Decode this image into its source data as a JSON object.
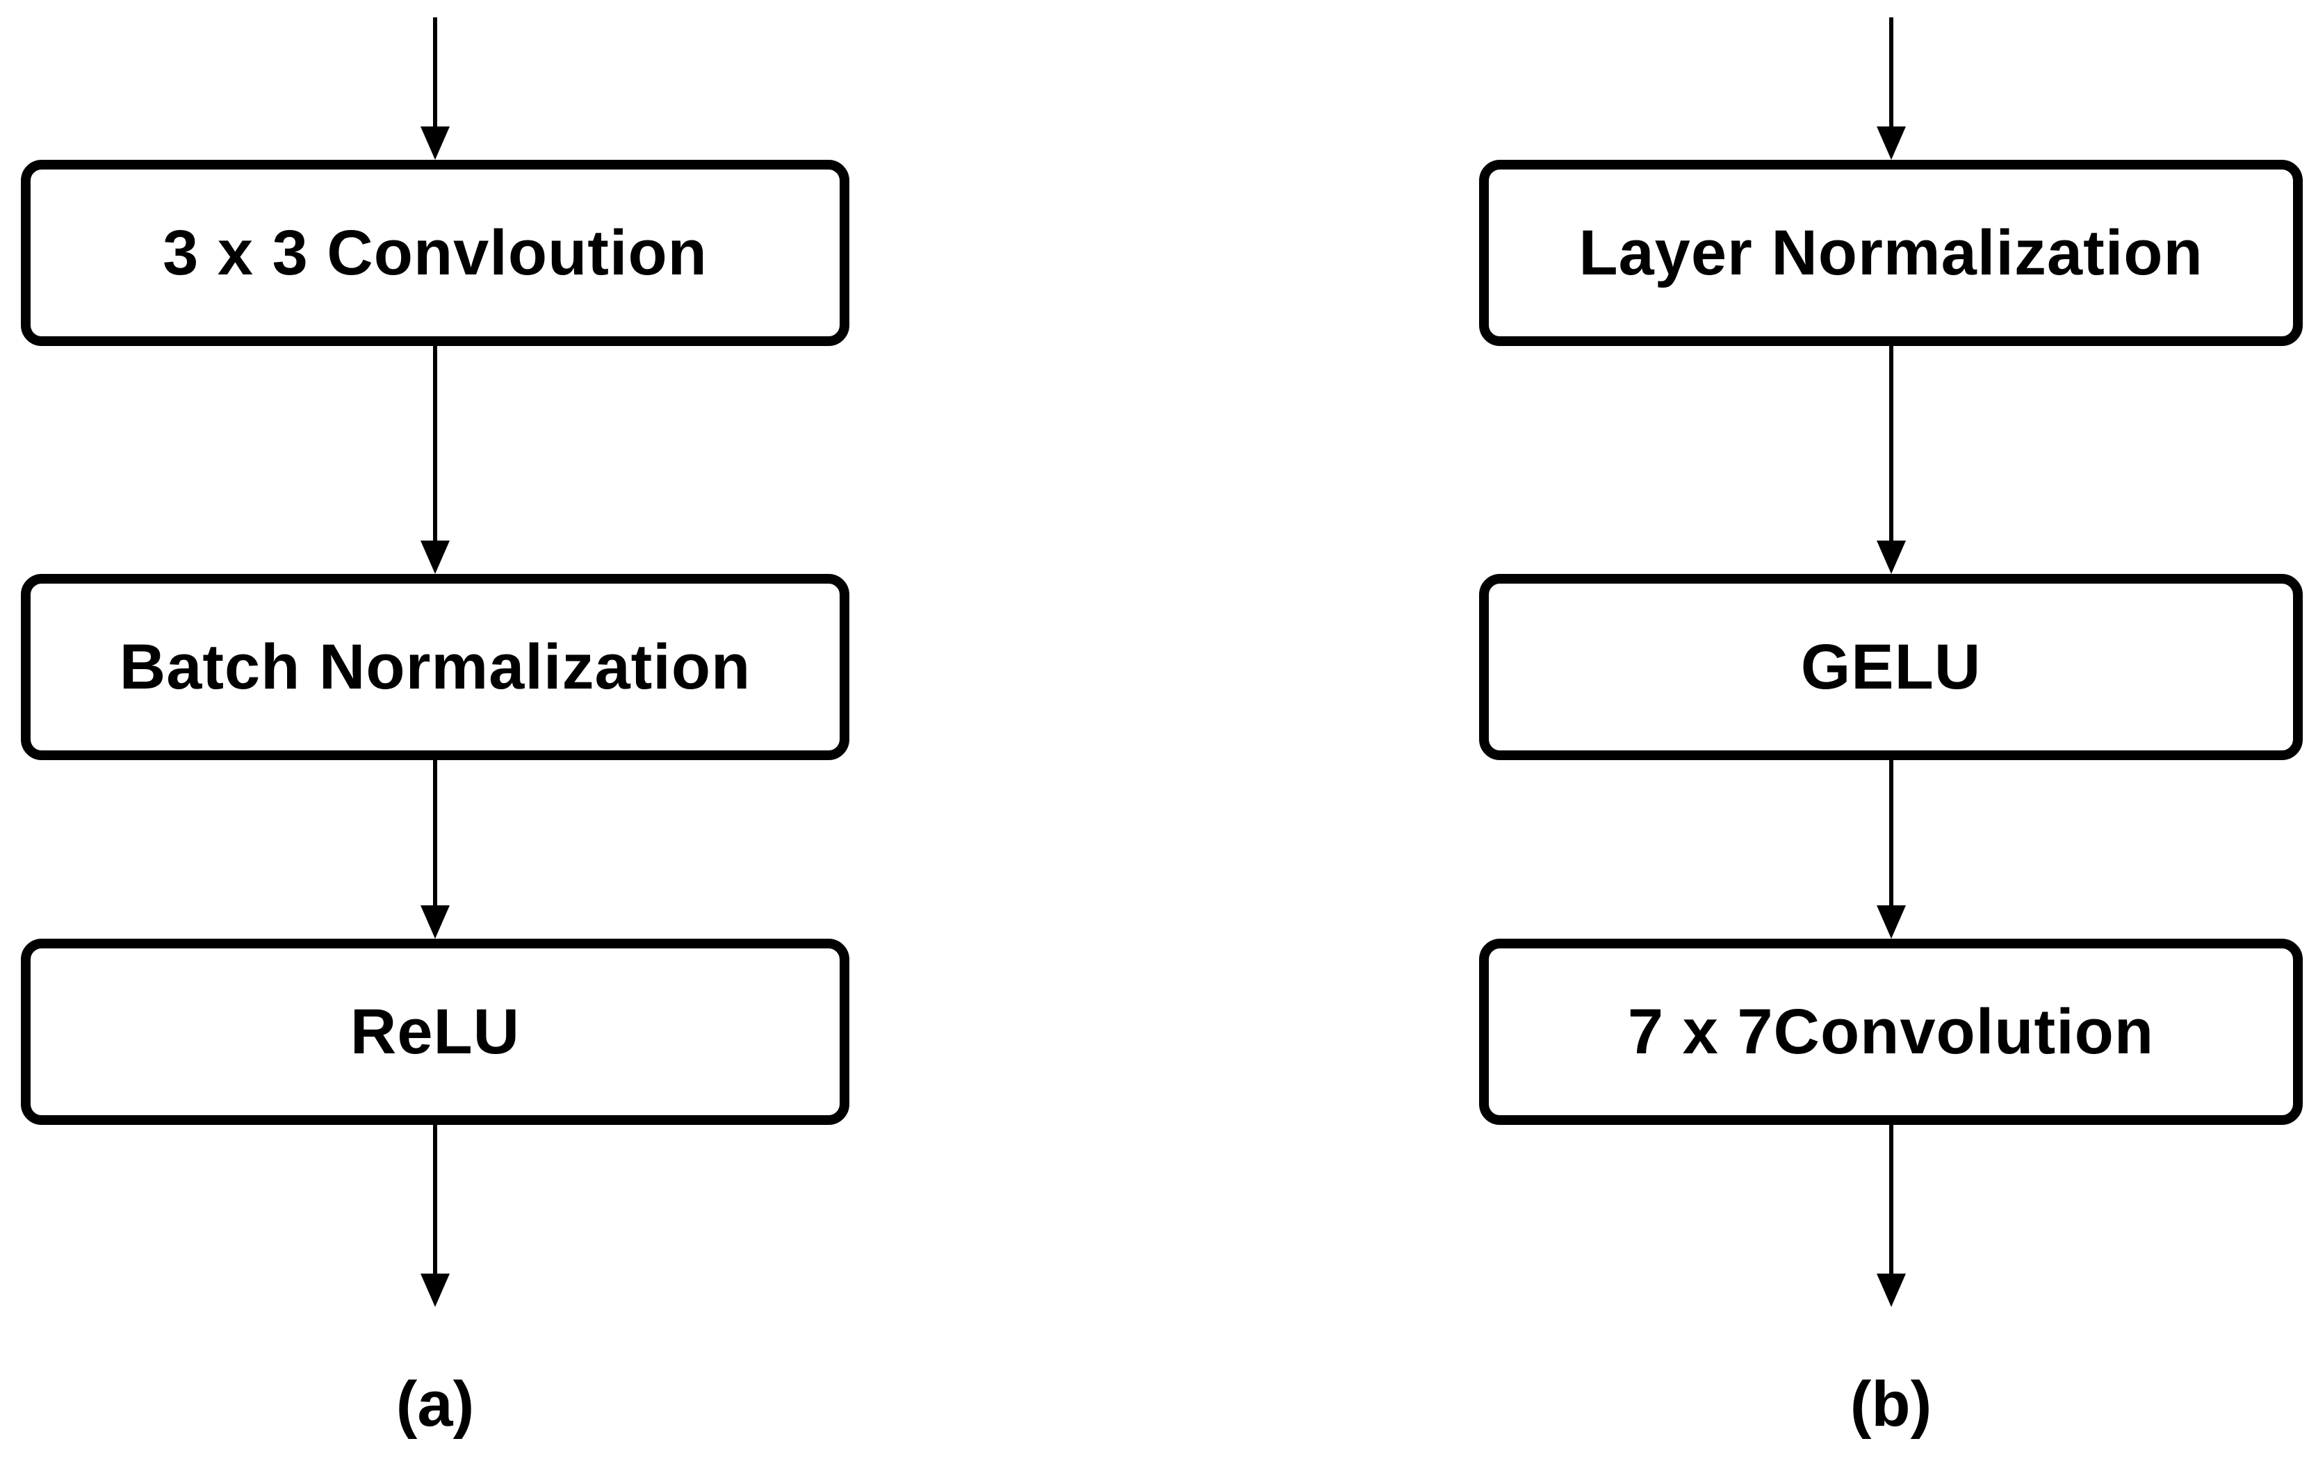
{
  "diagram": {
    "type": "flowchart",
    "colors": {
      "background": "#ffffff",
      "box_fill": "#ffffff",
      "box_border": "#000000",
      "text": "#000000",
      "arrow": "#000000"
    },
    "columns": [
      {
        "caption": "(a)",
        "nodes": [
          {
            "label": "3 x 3 Convloution"
          },
          {
            "label": "Batch Normalization"
          },
          {
            "label": "ReLU"
          }
        ]
      },
      {
        "caption": "(b)",
        "nodes": [
          {
            "label": "Layer Normalization"
          },
          {
            "label": "GELU"
          },
          {
            "label": "7 x 7Convolution"
          }
        ]
      }
    ]
  }
}
